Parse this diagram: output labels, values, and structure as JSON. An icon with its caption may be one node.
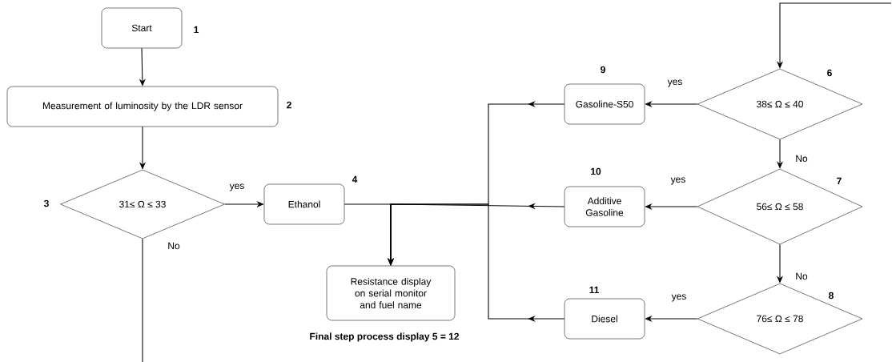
{
  "diagram": {
    "nodes": [
      {
        "text": [
          "Start"
        ],
        "beside": [
          "1"
        ]
      },
      {
        "text": [
          "Measurement of luminosity by the LDR sensor"
        ],
        "beside": [
          "2"
        ]
      },
      {
        "text": [
          "31≤ Ω ≤ 33"
        ],
        "beside": [
          "3"
        ]
      },
      {
        "text": [
          "Ethanol"
        ],
        "beside": [
          "4"
        ]
      },
      {
        "text": [
          "Resistance display on serial monitor and fuel name"
        ],
        "beside": [
          "Final step process display 5 = 12"
        ]
      },
      {
        "text": [
          "38≤ Ω ≤ 40"
        ],
        "beside": [
          "6"
        ]
      },
      {
        "text": [
          "56≤ Ω ≤ 58"
        ],
        "beside": [
          "7"
        ]
      },
      {
        "text": [
          "76≤ Ω ≤ 78"
        ],
        "beside": [
          "8"
        ]
      },
      {
        "text": [
          "Gasoline-S50"
        ],
        "beside": [
          "9"
        ]
      },
      {
        "text": [
          "Additive Gasoline"
        ],
        "beside": [
          "10"
        ]
      },
      {
        "text": [
          "Diesel"
        ],
        "beside": [
          "11"
        ]
      }
    ],
    "edges": [
      {
        "from": 0,
        "to": 1,
        "arrow": "to"
      },
      {
        "from": 1,
        "to": 2,
        "arrow": "to"
      },
      {
        "from": 2,
        "to": 3,
        "arrow": "to",
        "label": "yes"
      },
      {
        "from": 2,
        "to": null,
        "arrow": "none",
        "label": "No"
      },
      {
        "from": null,
        "to": 5,
        "arrow": "to"
      },
      {
        "from": 5,
        "to": 6,
        "arrow": "to",
        "label": "No"
      },
      {
        "from": 6,
        "to": 7,
        "arrow": "to",
        "label": "No"
      },
      {
        "from": 5,
        "to": 8,
        "arrow": "to",
        "label": "yes"
      },
      {
        "from": 6,
        "to": 9,
        "arrow": "to",
        "label": "yes"
      },
      {
        "from": 7,
        "to": 10,
        "arrow": "to",
        "label": "yes"
      },
      {
        "from": 3,
        "to": 4,
        "arrow": "to"
      },
      {
        "from": 8,
        "to": 4,
        "arrow": "to"
      },
      {
        "from": 9,
        "to": 4,
        "arrow": "to"
      },
      {
        "from": 10,
        "to": 4,
        "arrow": "to"
      }
    ]
  }
}
